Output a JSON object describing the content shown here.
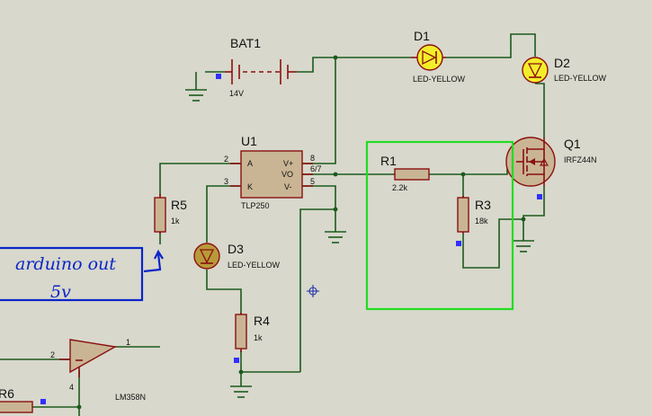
{
  "colors": {
    "background": "#d8d8cc",
    "wire": "#1c5a1c",
    "component_outline": "#8a1010",
    "component_body": "#c9b594",
    "led_lit": "#f4ee2a",
    "led_off": "#b89a3a",
    "highlight_box": "#22dd22",
    "note": "#0b25c9",
    "marker": "#3030ff"
  },
  "components": {
    "bat1": {
      "ref": "BAT1",
      "value": "14V"
    },
    "d1": {
      "ref": "D1",
      "value": "LED-YELLOW"
    },
    "d2": {
      "ref": "D2",
      "value": "LED-YELLOW"
    },
    "d3": {
      "ref": "D3",
      "value": "LED-YELLOW"
    },
    "u1": {
      "ref": "U1",
      "value": "TLP250",
      "pins": {
        "a": "A",
        "k": "K",
        "vplus": "V+",
        "vo": "VO",
        "vminus": "V-"
      },
      "pin_numbers": {
        "p2": "2",
        "p3": "3",
        "p8": "8",
        "p67": "6/7",
        "p5": "5"
      }
    },
    "q1": {
      "ref": "Q1",
      "value": "IRFZ44N"
    },
    "r1": {
      "ref": "R1",
      "value": "2.2k"
    },
    "r3": {
      "ref": "R3",
      "value": "18k"
    },
    "r4": {
      "ref": "R4",
      "value": "1k"
    },
    "r5": {
      "ref": "R5",
      "value": "1k"
    },
    "r6": {
      "ref": "R6"
    },
    "u2": {
      "value": "LM358N",
      "pin_numbers": {
        "p2": "2",
        "p1": "1",
        "p4": "4"
      }
    }
  },
  "annotation": {
    "line1": "arduino out",
    "line2": "5v"
  }
}
